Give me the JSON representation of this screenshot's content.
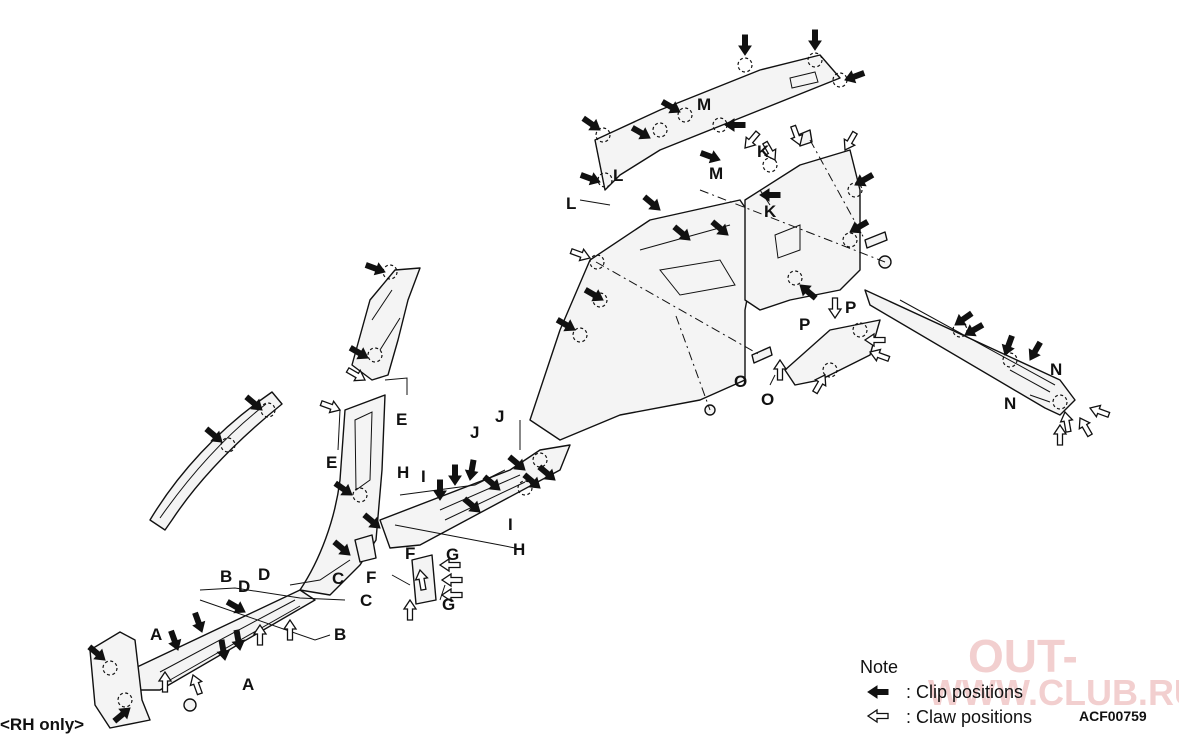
{
  "labels": {
    "A": "A",
    "B": "B",
    "C": "C",
    "D": "D",
    "E": "E",
    "F": "F",
    "G": "G",
    "H": "H",
    "I": "I",
    "J": "J",
    "K": "K",
    "L": "L",
    "M": "M",
    "N": "N",
    "O": "O",
    "P": "P"
  },
  "rh_only": "<RH only>",
  "legend": {
    "title": "Note",
    "clip": ": Clip positions",
    "claw": ": Claw positions"
  },
  "figure_code": "ACF00759",
  "watermark": {
    "line1": "OUT-",
    "line2": "WWW.CLUB.RU"
  }
}
